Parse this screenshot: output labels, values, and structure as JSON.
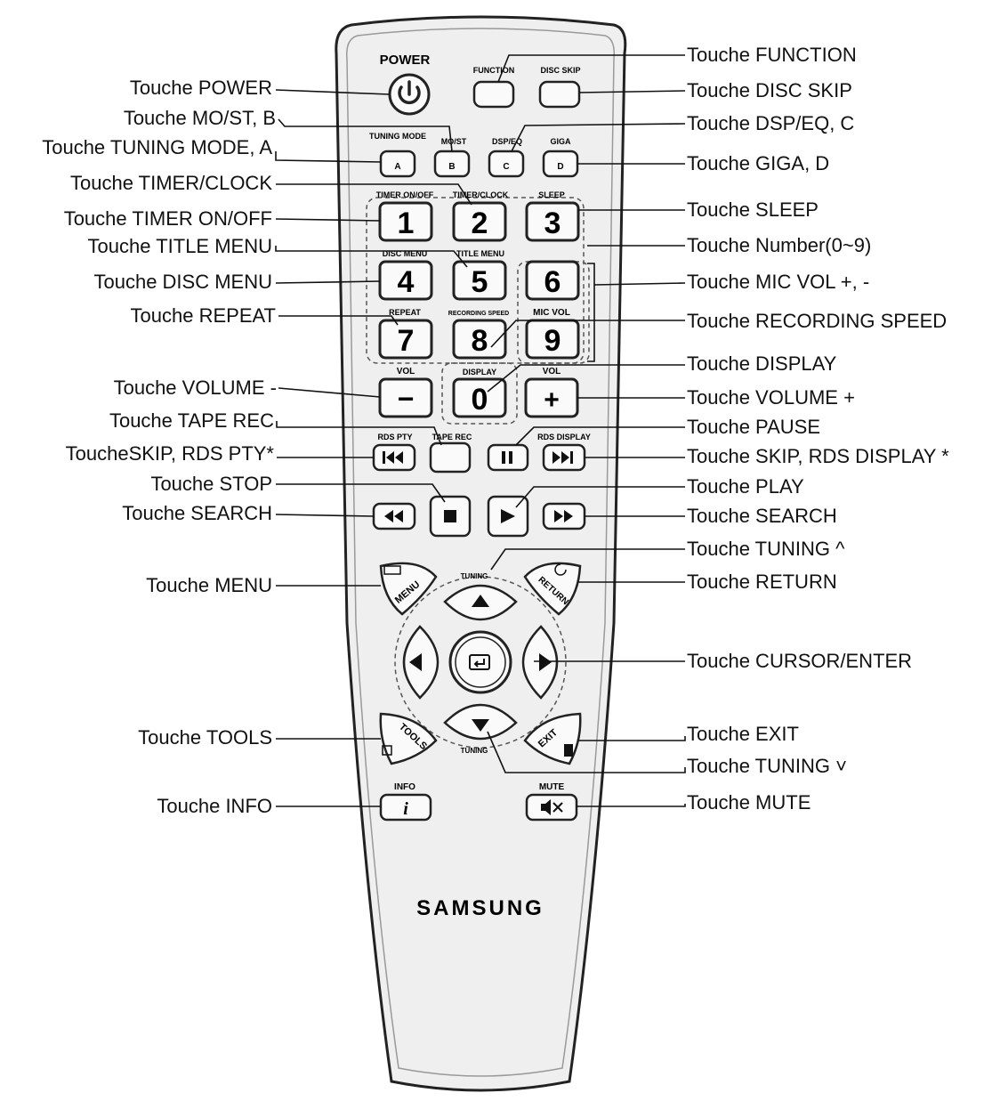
{
  "remote": {
    "brand": "SAMSUNG",
    "buttons": {
      "power": "POWER",
      "function": "FUNCTION",
      "disc_skip": "DISC SKIP",
      "tuning_mode": "TUNING MODE",
      "mo_st": "MO/ST",
      "dsp_eq": "DSP/EQ",
      "giga": "GIGA",
      "a": "A",
      "b": "B",
      "c": "C",
      "d": "D",
      "timer_on_off": "TIMER ON/OFF",
      "timer_clock": "TIMER/CLOCK",
      "sleep": "SLEEP",
      "disc_menu": "DISC MENU",
      "title_menu": "TITLE MENU",
      "repeat": "REPEAT",
      "recording_speed": "RECORDING SPEED",
      "mic_vol": "MIC VOL",
      "vol": "VOL",
      "display": "DISPLAY",
      "rds_pty": "RDS PTY",
      "tape_rec": "TAPE REC",
      "rds_display": "RDS DISPLAY",
      "menu": "MENU",
      "return": "RETURN",
      "tuning": "TUNING",
      "tools": "TOOLS",
      "exit": "EXIT",
      "info": "INFO",
      "info_glyph": "i",
      "mute": "MUTE",
      "minus": "−",
      "plus": "+",
      "digits": [
        "1",
        "2",
        "3",
        "4",
        "5",
        "6",
        "7",
        "8",
        "9",
        "0"
      ]
    }
  },
  "labels_left": [
    "Touche POWER",
    "Touche MO/ST, B",
    "Touche TUNING MODE, A",
    "Touche TIMER/CLOCK",
    "Touche TIMER ON/OFF",
    "Touche TITLE MENU",
    "Touche DISC MENU",
    "Touche REPEAT",
    "Touche VOLUME -",
    "Touche TAPE REC",
    "ToucheSKIP, RDS PTY*",
    "Touche STOP",
    "Touche SEARCH",
    "Touche MENU",
    "Touche TOOLS",
    "Touche INFO"
  ],
  "labels_right": [
    "Touche FUNCTION",
    "Touche DISC SKIP",
    "Touche DSP/EQ, C",
    "Touche GIGA, D",
    "Touche SLEEP",
    "Touche Number(0~9)",
    "Touche MIC VOL +, -",
    "Touche RECORDING SPEED",
    "Touche DISPLAY",
    "Touche VOLUME +",
    "Touche PAUSE",
    "Touche SKIP, RDS DISPLAY *",
    "Touche PLAY",
    "Touche SEARCH",
    "Touche TUNING ^",
    "Touche RETURN",
    "Touche CURSOR/ENTER",
    "Touche EXIT",
    "Touche TUNING ˅",
    "Touche MUTE"
  ],
  "colors": {
    "body": "#efefef",
    "outline": "#222222",
    "line": "#111111"
  }
}
